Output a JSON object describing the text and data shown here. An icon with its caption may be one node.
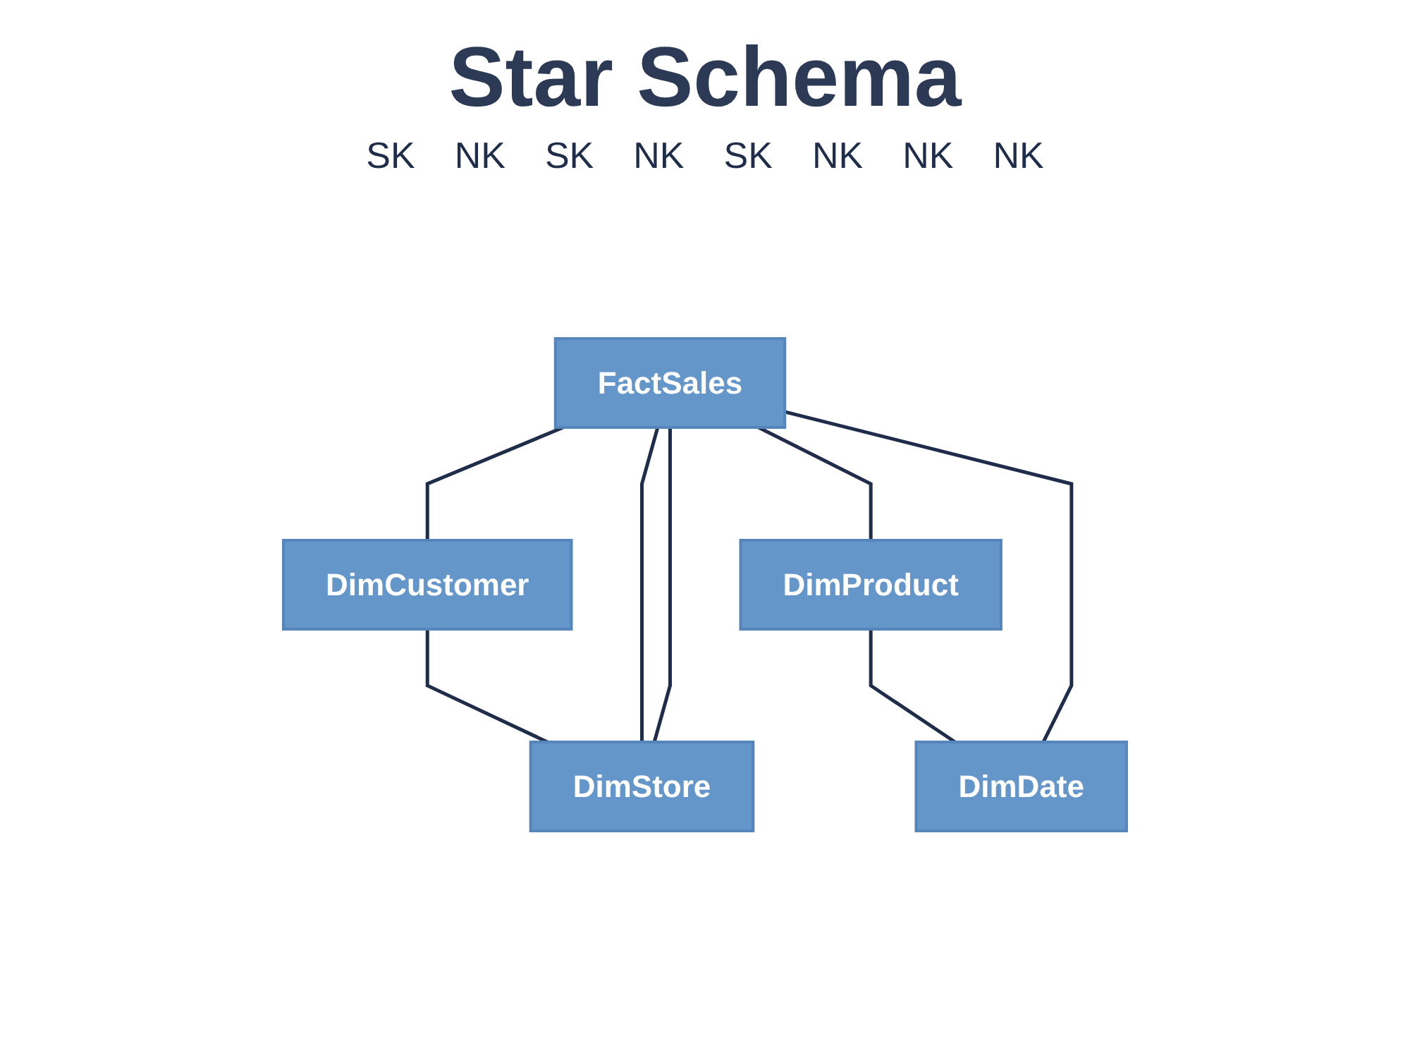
{
  "diagram": {
    "title": "Star Schema",
    "nodes": [
      {
        "text": [
          "DimCustomer"
        ]
      },
      {
        "text": [
          "DimProduct"
        ]
      },
      {
        "text": [
          "FactSales"
        ]
      },
      {
        "text": [
          "DimStore"
        ]
      },
      {
        "text": [
          "DimDate"
        ]
      }
    ],
    "edges": [
      {
        "from": 0,
        "to": 3,
        "arrow": "none"
      },
      {
        "from": 2,
        "to": 0,
        "arrow": "none"
      },
      {
        "from": 2,
        "to": 3,
        "arrow": "none"
      },
      {
        "from": 1,
        "to": 4,
        "arrow": "none"
      },
      {
        "from": 2,
        "to": 1,
        "arrow": "none"
      },
      {
        "from": 2,
        "to": 4,
        "arrow": "none"
      },
      {
        "from": 2,
        "to": 3,
        "arrow": "none"
      }
    ],
    "labels": [
      "SK",
      "NK",
      "SK",
      "NK",
      "SK",
      "NK",
      "NK",
      "NK"
    ]
  }
}
